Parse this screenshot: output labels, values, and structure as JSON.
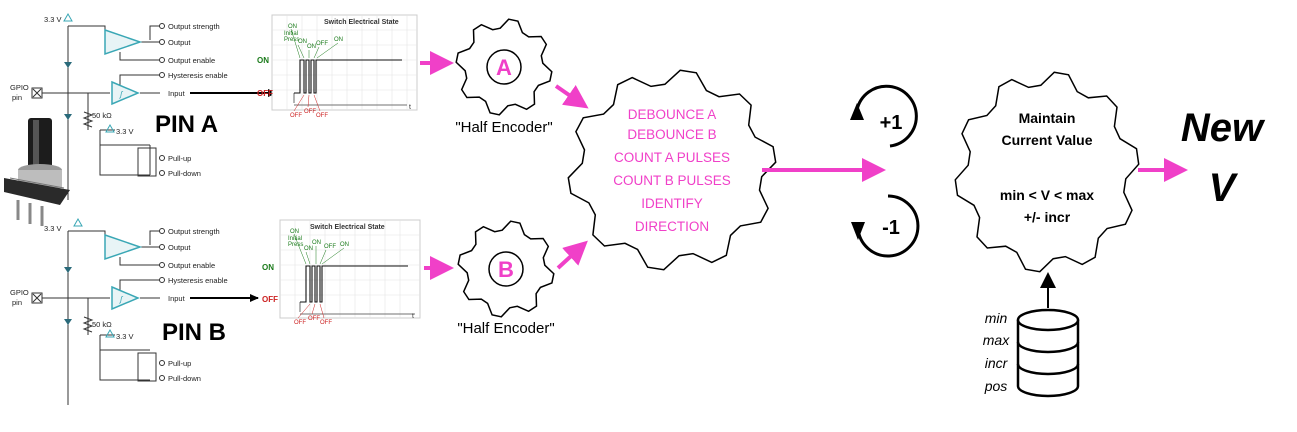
{
  "colors": {
    "accent": "#f040c8",
    "teal": "#3aa7b5",
    "green": "#1a7a1a",
    "red": "#cc2020",
    "black": "#000000"
  },
  "circuits": [
    {
      "pin_label": "PIN A",
      "supply": "3.3 V",
      "supply2": "3.3 V",
      "gpio": "GPIO",
      "gpio2": "pin",
      "resistor": "50 kΩ",
      "outputs": [
        "Output strength",
        "Output",
        "Output enable",
        "Hysteresis enable",
        "Input"
      ],
      "pulls": [
        "Pull-up",
        "Pull-down"
      ]
    },
    {
      "pin_label": "PIN B",
      "supply": "3.3 V",
      "supply2": "3.3 V",
      "gpio": "GPIO",
      "gpio2": "pin",
      "resistor": "50 kΩ",
      "outputs": [
        "Output strength",
        "Output",
        "Output enable",
        "Hysteresis enable",
        "Input"
      ],
      "pulls": [
        "Pull-up",
        "Pull-down"
      ]
    }
  ],
  "switch_charts": [
    {
      "title": "Switch Electrical State",
      "on": "ON",
      "off": "OFF",
      "t": "t",
      "top_notes": [
        "ON",
        "Initial",
        "Press",
        "ON",
        "ON",
        "OFF",
        "ON"
      ],
      "bottom_notes": [
        "OFF",
        "OFF",
        "OFF"
      ]
    },
    {
      "title": "Switch Electrical State",
      "on": "ON",
      "off": "OFF",
      "t": "t",
      "top_notes": [
        "ON",
        "Initial",
        "Press",
        "ON",
        "ON",
        "OFF",
        "ON"
      ],
      "bottom_notes": [
        "OFF",
        "OFF",
        "OFF"
      ]
    }
  ],
  "half_encoders": [
    {
      "letter": "A",
      "caption": "\"Half Encoder\""
    },
    {
      "letter": "B",
      "caption": "\"Half Encoder\""
    }
  ],
  "debounce_lines": [
    "DEBOUNCE A",
    "DEBOUNCE B",
    "COUNT A PULSES",
    "COUNT B PULSES",
    "IDENTIFY",
    "DIRECTION"
  ],
  "direction": {
    "plus": "+1",
    "minus": "-1"
  },
  "maintain": {
    "line1": "Maintain",
    "line2": "Current Value",
    "line3": "min < V < max",
    "line4": "+/- incr"
  },
  "new_v": {
    "line1": "New",
    "line2": "V"
  },
  "db_params": [
    "min",
    "max",
    "incr",
    "pos"
  ]
}
